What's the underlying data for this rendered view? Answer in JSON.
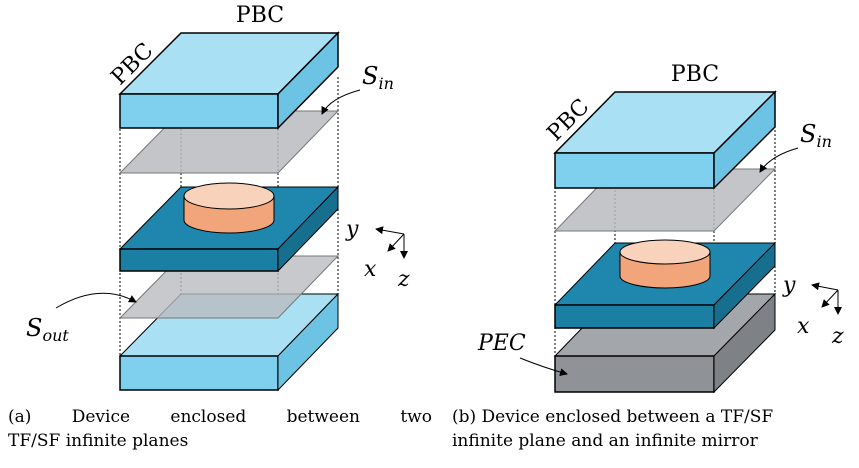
{
  "panel_a": {
    "label_pbc_top": "PBC",
    "label_pbc_side": "PBC",
    "label_s_in": "S",
    "label_s_in_sub": "in",
    "label_s_out": "S",
    "label_s_out_sub": "out",
    "axis_x": "x",
    "axis_y": "y",
    "axis_z": "z",
    "caption_tag": "(a)",
    "caption_w1": "Device",
    "caption_w2": "enclosed",
    "caption_w3": "between",
    "caption_w4": "two",
    "caption_line2": "TF/SF infinite planes"
  },
  "panel_b": {
    "label_pbc_top": "PBC",
    "label_pbc_side": "PBC",
    "label_s_in": "S",
    "label_s_in_sub": "in",
    "label_pec": "PEC",
    "axis_x": "x",
    "axis_y": "y",
    "axis_z": "z",
    "caption_line1": "(b) Device enclosed between a TF/SF",
    "caption_line2": "infinite plane and an infinite mirror"
  },
  "colors": {
    "boundary_slab": "#7fd0ee",
    "device_layer": "#1b7ea3",
    "tfsf_plane": "#b9bbc0",
    "cylinder": "#f2a57a",
    "pec_slab": "#8f9296"
  }
}
